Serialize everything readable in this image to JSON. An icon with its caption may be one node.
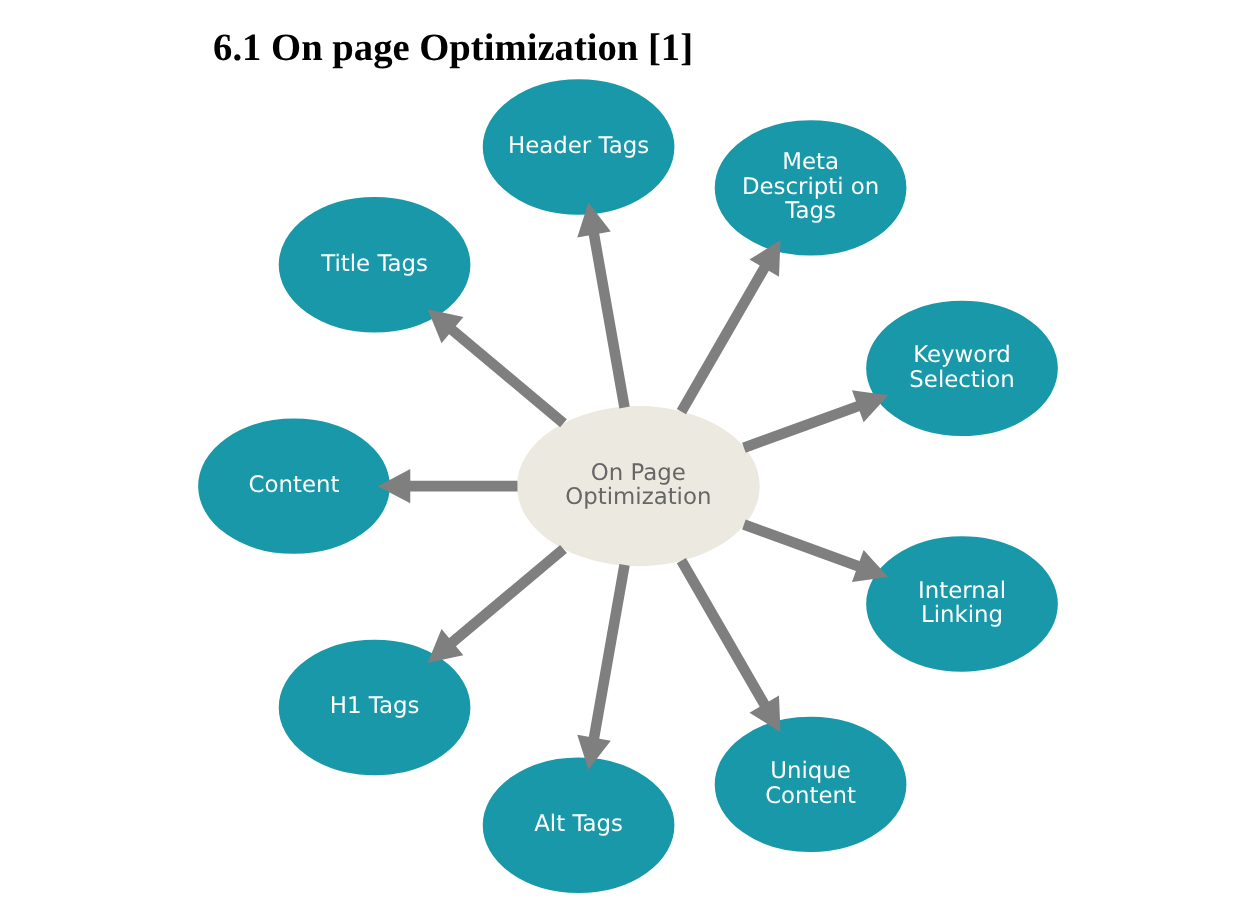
{
  "diagram": {
    "title": "6.1 On page Optimization [1]",
    "nodes": [
      {
        "text": [
          "On Page Optimization"
        ]
      },
      {
        "text": [
          "Keyword Selection"
        ]
      },
      {
        "text": [
          "Meta Descripti on Tags"
        ]
      },
      {
        "text": [
          "Header Tags"
        ]
      },
      {
        "text": [
          "Title Tags"
        ]
      },
      {
        "text": [
          "Content"
        ]
      },
      {
        "text": [
          "H1 Tags"
        ]
      },
      {
        "text": [
          "Alt Tags"
        ]
      },
      {
        "text": [
          "Unique Content"
        ]
      },
      {
        "text": [
          "Internal Linking"
        ]
      }
    ],
    "edges": [
      {
        "from": 0,
        "to": 1,
        "arrow": "to"
      },
      {
        "from": 0,
        "to": 2,
        "arrow": "to"
      },
      {
        "from": 0,
        "to": 3,
        "arrow": "to"
      },
      {
        "from": 0,
        "to": 4,
        "arrow": "to"
      },
      {
        "from": 0,
        "to": 5,
        "arrow": "to"
      },
      {
        "from": 0,
        "to": 6,
        "arrow": "to"
      },
      {
        "from": 0,
        "to": 7,
        "arrow": "to"
      },
      {
        "from": 0,
        "to": 8,
        "arrow": "to"
      },
      {
        "from": 0,
        "to": 9,
        "arrow": "to"
      }
    ]
  }
}
